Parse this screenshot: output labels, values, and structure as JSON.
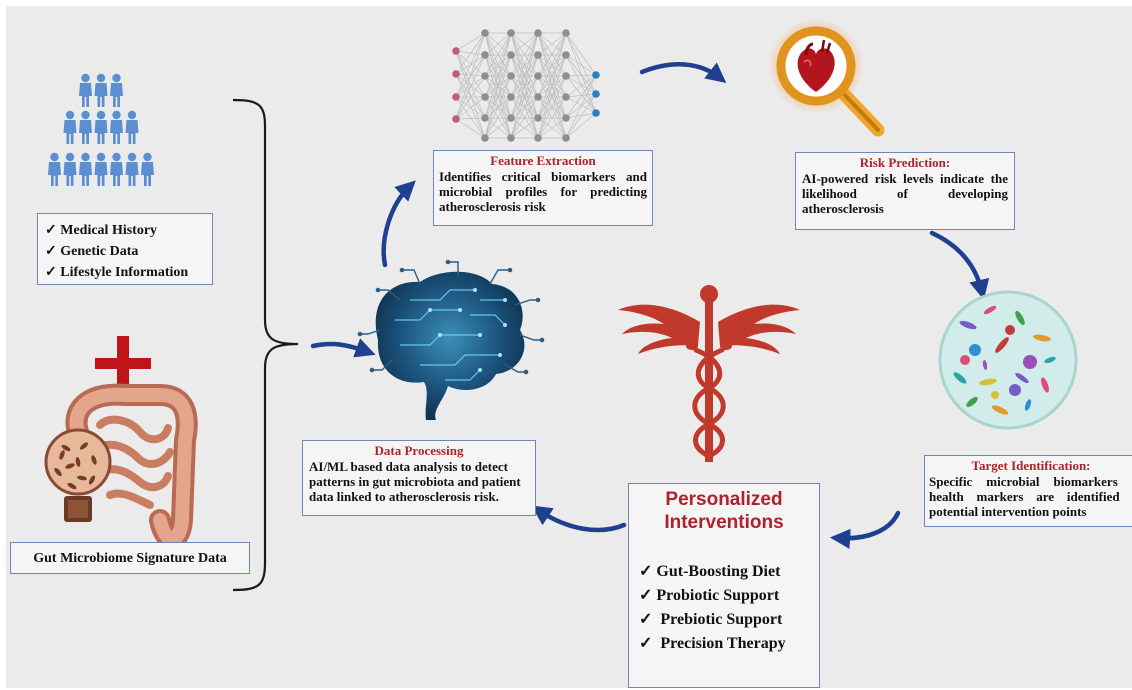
{
  "left_panel": {
    "inputs": [
      "Medical History",
      "Genetic Data",
      "Lifestyle Information"
    ],
    "microbiome_label": "Gut Microbiome Signature Data"
  },
  "feature_extraction": {
    "title": "Feature Extraction",
    "text": "Identifies critical biomarkers and microbial profiles for predicting atherosclerosis risk"
  },
  "risk_prediction": {
    "title": "Risk Prediction:",
    "text": "AI-powered risk levels indicate the likelihood of developing atherosclerosis"
  },
  "target_identification": {
    "title": "Target Identification:",
    "text": "Specific microbial biomarkers or health markers are identified as potential intervention points"
  },
  "data_processing": {
    "title": "Data Processing",
    "text": "AI/ML based data analysis to detect patterns in gut microbiota and patient data linked to atherosclerosis risk."
  },
  "personalized_interventions": {
    "title_line1": "Personalized",
    "title_line2": "Interventions",
    "items": [
      "Gut-Boosting Diet",
      "Probiotic Support",
      "Prebiotic Support",
      "Precision Therapy"
    ]
  },
  "check_mark": "✓",
  "colors": {
    "title_red": "#b0222a",
    "arrow_blue": "#1f3f8f",
    "box_border": "#6f86b8",
    "people_blue": "#5b8fd0",
    "caduceus_red": "#c0392b",
    "plus_red": "#c0141b"
  },
  "icons": [
    "people-pyramid-icon",
    "intestine-icon",
    "neural-network-icon",
    "magnifier-heart-icon",
    "microbes-icon",
    "ai-brain-icon",
    "caduceus-icon",
    "plus-icon"
  ]
}
